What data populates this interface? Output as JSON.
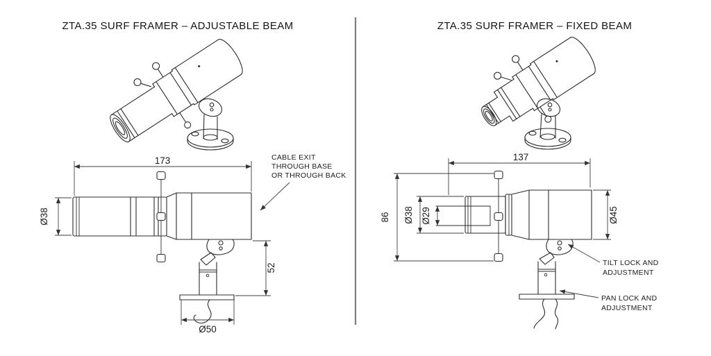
{
  "left": {
    "title": "ZTA.35 SURF FRAMER – ADJUSTABLE BEAM",
    "dimensions": {
      "length_mm": "173",
      "diameter": "Ø38",
      "bracket_height_mm": "52",
      "base_diameter": "Ø50"
    },
    "cable_note": {
      "lines": [
        "CABLE EXIT",
        "THROUGH BASE",
        "OR THROUGH BACK"
      ]
    }
  },
  "right": {
    "title": "ZTA.35 SURF FRAMER – FIXED BEAM",
    "dimensions": {
      "length_mm": "137",
      "overall_height_mm": "86",
      "snoot_diameter": "Ø38",
      "aperture_diameter": "Ø29",
      "body_diameter": "Ø45"
    },
    "tilt_note": {
      "lines": [
        "TILT LOCK AND",
        "ADJUSTMENT"
      ]
    },
    "pan_note": {
      "lines": [
        "PAN LOCK AND",
        "ADJUSTMENT"
      ]
    }
  },
  "colors": {
    "background": "#ffffff",
    "line": "#2b2b2b",
    "dimension": "#3d3d3d",
    "text": "#1c1c1c",
    "divider": "#7d7d7d"
  }
}
